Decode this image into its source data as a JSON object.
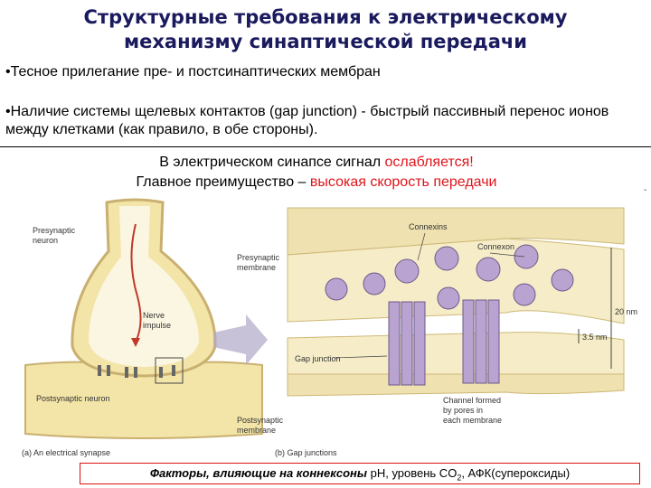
{
  "title": {
    "line1": "Структурные требования к электрическому",
    "line2": "механизму синаптической передачи"
  },
  "bullets": [
    "•Тесное прилегание пре- и постсинаптических мембран",
    "•Наличие системы щелевых контактов (gap junction) - быстрый пассивный перенос ионов между клетками (как правило, в обе стороны)."
  ],
  "statement": {
    "line1_prefix": "В электрическом синапсе сигнал ",
    "line1_highlight": "ослабляется!",
    "line2_prefix": "Главное преимущество – ",
    "line2_highlight": "высокая скорость передачи"
  },
  "figure_a": {
    "presynaptic_neuron": [
      "Presynaptic",
      "neuron"
    ],
    "nerve_impulse": [
      "Nerve",
      "impulse"
    ],
    "postsynaptic_neuron": "Postsynaptic neuron",
    "caption": "(a) An electrical synapse"
  },
  "figure_b": {
    "connexins": "Connexins",
    "connexon": "Connexon",
    "presynaptic_membrane": [
      "Presynaptic",
      "membrane"
    ],
    "gap_junction": "Gap junction",
    "gap_size": "3.5 nm",
    "total_size": "20 nm",
    "channel_note": [
      "Channel formed",
      "by pores in",
      "each membrane"
    ],
    "postsynaptic_membrane": [
      "Postsynaptic",
      "membrane"
    ],
    "caption": "(b) Gap junctions"
  },
  "factors": {
    "label": "Факторы, влияющие на коннексоны",
    "text_ph": " pH,  уровень CO",
    "sub2": "2",
    "text_rest": ", АФК(супероксиды)"
  },
  "colors": {
    "highlight": "#e0141b",
    "membrane": "#f3e4a8",
    "connexon": "#b9a3d0"
  }
}
